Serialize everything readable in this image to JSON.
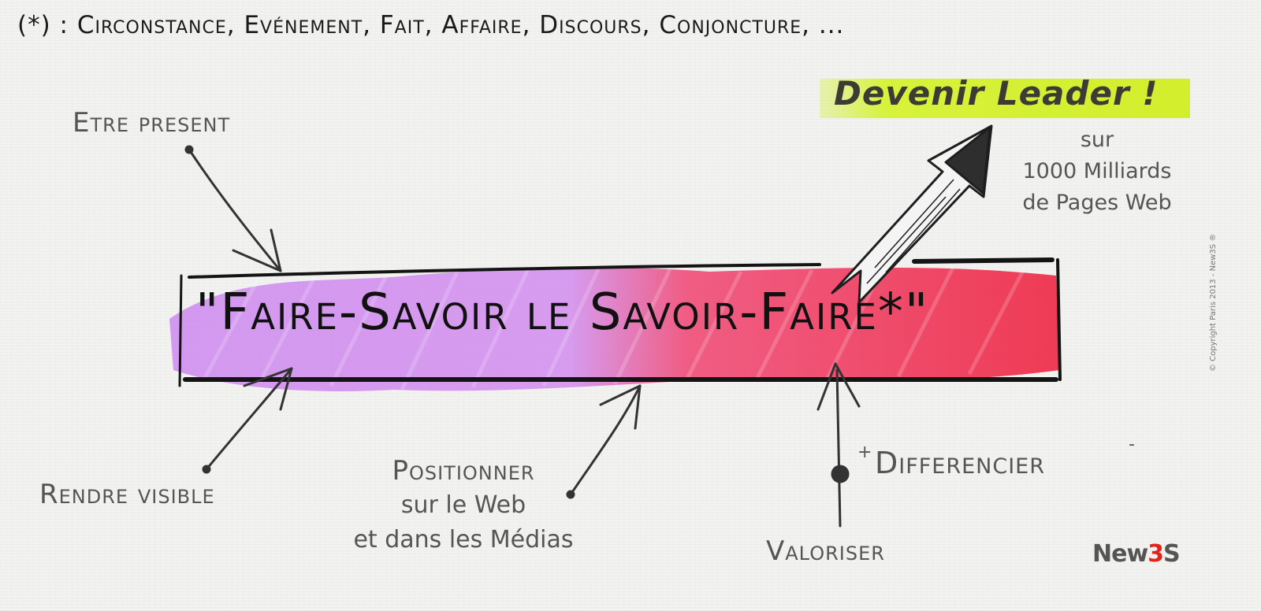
{
  "footnote": "(*) : Circonstance, Evénement, Fait, Affaire, Discours, Conjoncture, ...",
  "title": "\"Faire-Savoir le Savoir-Faire*\"",
  "labels": {
    "etre": "Etre present",
    "rendre": "Rendre visible",
    "positionner": "Positionner",
    "positionner_sub1": "sur le Web",
    "positionner_sub2": "et dans les Médias",
    "valoriser": "Valoriser",
    "differencier": "Differencier",
    "plus": "+",
    "minus": "-"
  },
  "leader": {
    "title": "Devenir Leader !",
    "line1": "sur",
    "line2": "1000 Milliards",
    "line3": "de Pages Web"
  },
  "copyright": "© Copyright Paris 2013 - New3S ®",
  "logo": {
    "part1": "New",
    "part2": "3",
    "part3": "S"
  },
  "colors": {
    "purple_highlight": "#c97ef0",
    "red_highlight": "#ee1c3a",
    "leader_highlight": "#d7f23a",
    "ink": "#1a1a1a"
  }
}
